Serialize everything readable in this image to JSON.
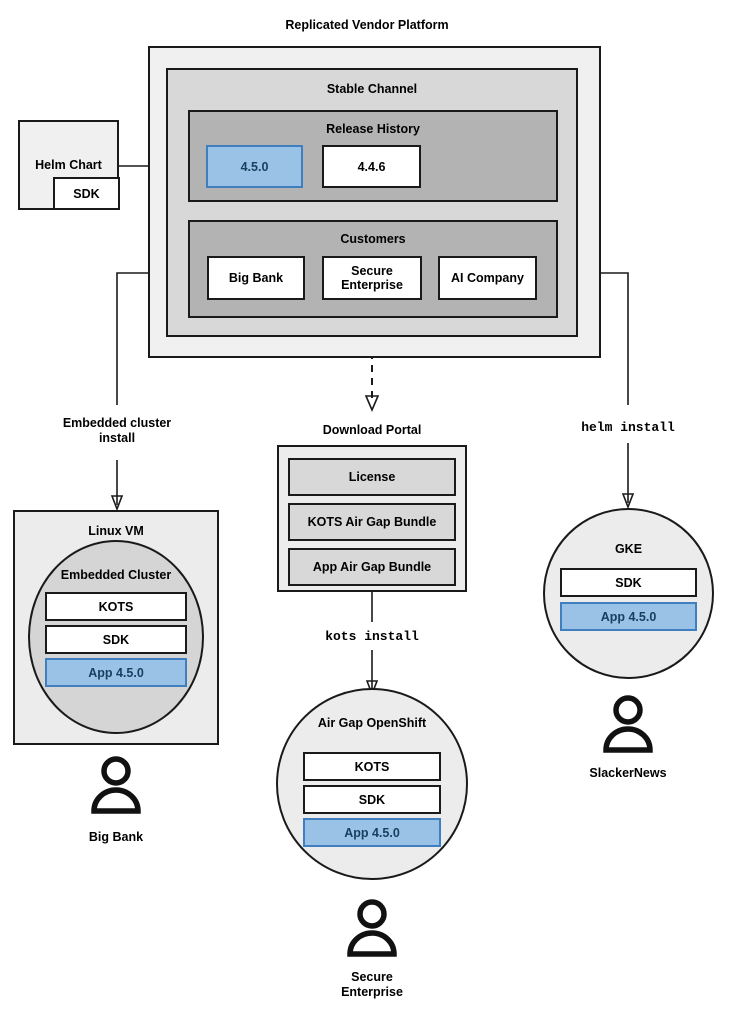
{
  "diagram": {
    "title": "Replicated Vendor Platform",
    "type": "architecture-flow"
  },
  "helm_chart": {
    "label": "Helm Chart",
    "sdk_label": "SDK"
  },
  "platform": {
    "channel_label": "Stable Channel",
    "release_history": {
      "label": "Release History",
      "releases": [
        {
          "version": "4.5.0",
          "highlighted": true
        },
        {
          "version": "4.4.6",
          "highlighted": false
        }
      ]
    },
    "customers": {
      "label": "Customers",
      "items": [
        {
          "name": "Big Bank"
        },
        {
          "name": "Secure\nEnterprise"
        },
        {
          "name": "AI Company"
        }
      ]
    }
  },
  "connectors": {
    "embedded_install": "Embedded cluster\ninstall",
    "helm_install": "helm install",
    "kots_install": "kots install"
  },
  "download_portal": {
    "label": "Download Portal",
    "artifacts": [
      {
        "name": "License"
      },
      {
        "name": "KOTS Air Gap Bundle"
      },
      {
        "name": "App Air Gap Bundle"
      }
    ]
  },
  "targets": {
    "linux_vm": {
      "label": "Linux VM",
      "cluster_label": "Embedded Cluster",
      "components": [
        {
          "name": "KOTS",
          "highlighted": false
        },
        {
          "name": "SDK",
          "highlighted": false
        },
        {
          "name": "App 4.5.0",
          "highlighted": true
        }
      ],
      "user": "Big Bank"
    },
    "openshift": {
      "label": "Air Gap OpenShift",
      "components": [
        {
          "name": "KOTS",
          "highlighted": false
        },
        {
          "name": "SDK",
          "highlighted": false
        },
        {
          "name": "App 4.5.0",
          "highlighted": true
        }
      ],
      "user": "Secure\nEnterprise"
    },
    "gke": {
      "label": "GKE",
      "components": [
        {
          "name": "SDK",
          "highlighted": false
        },
        {
          "name": "App 4.5.0",
          "highlighted": true
        }
      ],
      "user": "SlackerNews"
    }
  },
  "colors": {
    "highlight_fill": "#9ac2e6",
    "highlight_border": "#3f7fbf",
    "highlight_text": "#17405f",
    "platform_outer": "#f0f0f0",
    "channel": "#d8d8d8",
    "group": "#b3b3b3",
    "stroke": "#1a1a1a"
  }
}
